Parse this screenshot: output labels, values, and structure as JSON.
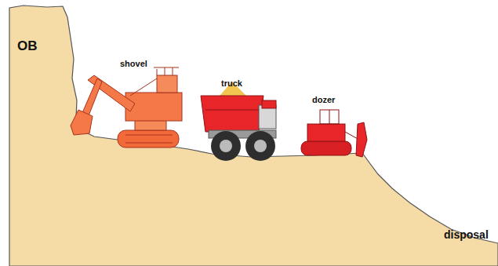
{
  "diagram": {
    "labels": [
      "OB",
      "shovel",
      "truck",
      "dozer",
      "disposal"
    ]
  }
}
